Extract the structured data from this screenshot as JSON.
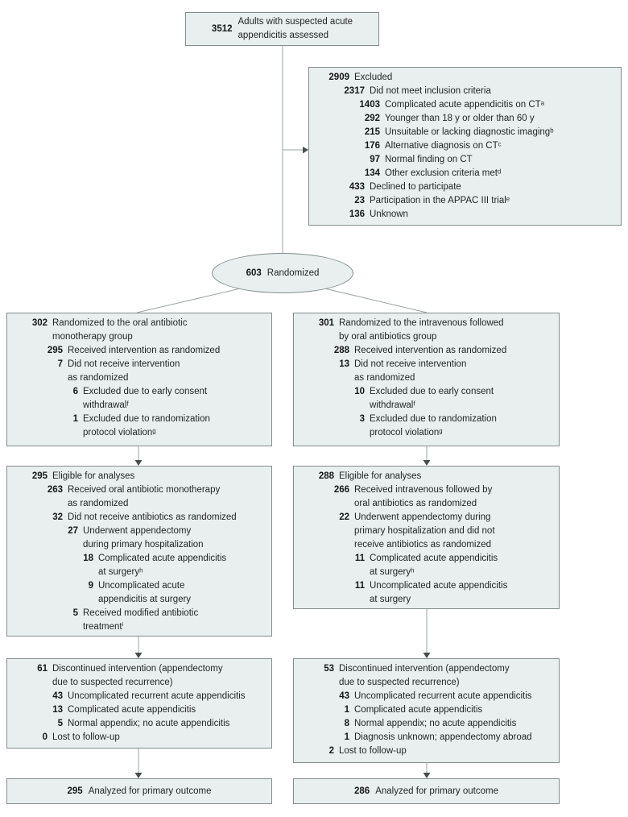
{
  "palette": {
    "box_fill": "#e9efee",
    "box_border": "#828e8c",
    "line": "#9aa3a2",
    "arrowhead": "#474f4e",
    "text": "#1f2323"
  },
  "top_box": {
    "n": "3512",
    "text": "Adults with suspected acute\nappendicitis assessed"
  },
  "excluded_box": {
    "rows": [
      {
        "n": "2909",
        "t": "Excluded",
        "lv": 0
      },
      {
        "n": "2317",
        "t": "Did not meet inclusion criteria",
        "lv": 1
      },
      {
        "n": "1403",
        "t": "Complicated acute appendicitis on CTᵃ",
        "lv": 2
      },
      {
        "n": "292",
        "t": "Younger than 18 y or older than 60 y",
        "lv": 2
      },
      {
        "n": "215",
        "t": "Unsuitable or lacking diagnostic imagingᵇ",
        "lv": 2
      },
      {
        "n": "176",
        "t": "Alternative diagnosis on CTᶜ",
        "lv": 2
      },
      {
        "n": "97",
        "t": "Normal finding on CT",
        "lv": 2
      },
      {
        "n": "134",
        "t": "Other exclusion criteria metᵈ",
        "lv": 2
      },
      {
        "n": "433",
        "t": "Declined to participate",
        "lv": 1
      },
      {
        "n": "23",
        "t": "Participation in the APPAC III trialᵉ",
        "lv": 1
      },
      {
        "n": "136",
        "t": "Unknown",
        "lv": 1
      }
    ]
  },
  "randomized_oval": {
    "n": "603",
    "text": "Randomized"
  },
  "left_column": {
    "group_box": {
      "rows": [
        {
          "n": "302",
          "t": "Randomized to the oral antibiotic\nmonotherapy group",
          "lv": 0
        },
        {
          "n": "295",
          "t": "Received intervention as randomized",
          "lv": 1
        },
        {
          "n": "7",
          "t": "Did not receive intervention\nas randomized",
          "lv": 1
        },
        {
          "n": "6",
          "t": "Excluded due to early consent\nwithdrawalᶠ",
          "lv": 2
        },
        {
          "n": "1",
          "t": "Excluded due to randomization\nprotocol violationᵍ",
          "lv": 2
        }
      ]
    },
    "eligible_box": {
      "rows": [
        {
          "n": "295",
          "t": "Eligible for analyses",
          "lv": 0
        },
        {
          "n": "263",
          "t": "Received oral antibiotic monotherapy\nas randomized",
          "lv": 1
        },
        {
          "n": "32",
          "t": "Did not receive antibiotics as randomized",
          "lv": 1
        },
        {
          "n": "27",
          "t": "Underwent appendectomy\nduring primary hospitalization",
          "lv": 2
        },
        {
          "n": "18",
          "t": "Complicated acute appendicitis\nat surgeryʰ",
          "lv": 3
        },
        {
          "n": "9",
          "t": "Uncomplicated acute\nappendicitis at surgery",
          "lv": 3
        },
        {
          "n": "5",
          "t": "Received modified antibiotic\ntreatmentⁱ",
          "lv": 2
        }
      ]
    },
    "discontinued_box": {
      "rows": [
        {
          "n": "61",
          "t": "Discontinued intervention (appendectomy\ndue to suspected recurrence)",
          "lv": 0
        },
        {
          "n": "43",
          "t": "Uncomplicated recurrent acute appendicitis",
          "lv": 1
        },
        {
          "n": "13",
          "t": "Complicated acute appendicitis",
          "lv": 1
        },
        {
          "n": "5",
          "t": "Normal appendix; no acute appendicitis",
          "lv": 1
        },
        {
          "n": "0",
          "t": "Lost to follow-up",
          "lv": 0
        }
      ]
    },
    "analyzed_box": {
      "n": "295",
      "text": "Analyzed for primary outcome"
    }
  },
  "right_column": {
    "group_box": {
      "rows": [
        {
          "n": "301",
          "t": "Randomized to the intravenous followed\nby oral antibiotics group",
          "lv": 0
        },
        {
          "n": "288",
          "t": "Received intervention as randomized",
          "lv": 1
        },
        {
          "n": "13",
          "t": "Did not receive intervention\nas randomized",
          "lv": 1
        },
        {
          "n": "10",
          "t": "Excluded due to early consent\nwithdrawalᶠ",
          "lv": 2
        },
        {
          "n": "3",
          "t": "Excluded due to randomization\nprotocol violationᵍ",
          "lv": 2
        }
      ]
    },
    "eligible_box": {
      "rows": [
        {
          "n": "288",
          "t": "Eligible for analyses",
          "lv": 0
        },
        {
          "n": "266",
          "t": "Received intravenous followed by\noral antibiotics as randomized",
          "lv": 1
        },
        {
          "n": "22",
          "t": "Underwent appendectomy during\nprimary hospitalization and did not\nreceive antibiotics as randomized",
          "lv": 1
        },
        {
          "n": "11",
          "t": "Complicated acute appendicitis\nat surgeryʰ",
          "lv": 2
        },
        {
          "n": "11",
          "t": "Uncomplicated acute appendicitis\nat surgery",
          "lv": 2
        }
      ]
    },
    "discontinued_box": {
      "rows": [
        {
          "n": "53",
          "t": "Discontinued intervention (appendectomy\ndue to suspected recurrence)",
          "lv": 0
        },
        {
          "n": "43",
          "t": "Uncomplicated recurrent acute appendicitis",
          "lv": 1
        },
        {
          "n": "1",
          "t": "Complicated acute appendicitis",
          "lv": 1
        },
        {
          "n": "8",
          "t": "Normal appendix; no acute appendicitis",
          "lv": 1
        },
        {
          "n": "1",
          "t": "Diagnosis unknown; appendectomy abroad",
          "lv": 1
        },
        {
          "n": "2",
          "t": "Lost to follow-up",
          "lv": 0
        }
      ]
    },
    "analyzed_box": {
      "n": "286",
      "text": "Analyzed for primary outcome"
    }
  }
}
